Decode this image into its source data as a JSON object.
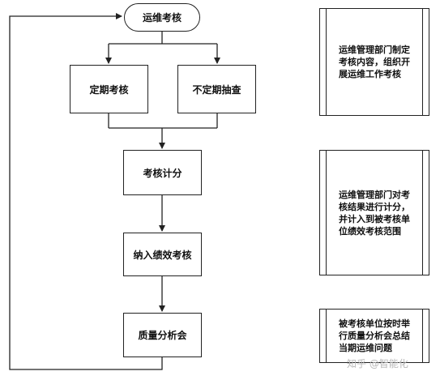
{
  "flowchart": {
    "start": "运维考核",
    "scheduled_check": "定期考核",
    "random_check": "不定期抽查",
    "scoring": "考核计分",
    "performance": "纳入绩效考核",
    "quality_meeting": "质量分析会"
  },
  "notes": [
    "运维管理部门制定\n考核内容，组织开\n展运维工作考核",
    "运维管理部门对考\n核结果进行计分，\n并计入到被考核单\n位绩效考核范围",
    "被考核单位按时举\n行质量分析会总结\n当期运维问题"
  ],
  "watermark": "知乎 @智能化"
}
